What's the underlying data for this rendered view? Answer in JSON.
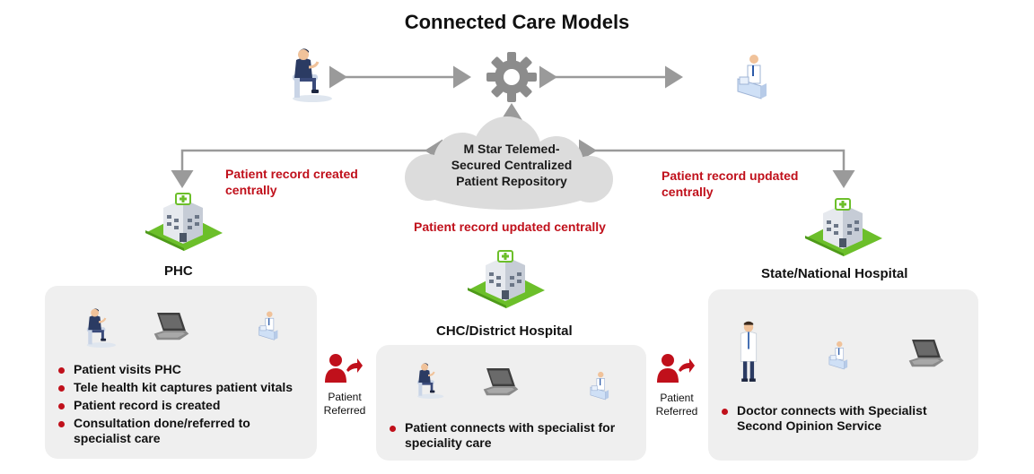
{
  "title": "Connected Care Models",
  "cloud_lines": [
    "M Star Telemed-",
    "Secured Centralized",
    "Patient Repository"
  ],
  "annotations": {
    "left": [
      "Patient record created",
      "centrally"
    ],
    "center": "Patient record updated centrally",
    "right": [
      "Patient record updated",
      "centrally"
    ]
  },
  "nodes": {
    "phc": "PHC",
    "chc": "CHC/District Hospital",
    "state": "State/National Hospital"
  },
  "phc_steps": [
    "Patient visits PHC",
    "Tele health kit captures patient vitals",
    "Patient record is created",
    "Consultation done/referred to specialist care"
  ],
  "chc_steps": [
    "Patient connects with specialist for speciality care"
  ],
  "state_steps": [
    "Doctor connects with Specialist Second Opinion Service"
  ],
  "referral": [
    "Patient",
    "Referred"
  ],
  "colors": {
    "accent_red": "#c0101b",
    "building_green": "#6cbf2a",
    "gear_gray": "#8c8c8c",
    "arrow_gray": "#9a9a9a",
    "panel_bg": "#efefef"
  },
  "icons": [
    "patient-icon",
    "gear-icon",
    "doctor-desk-icon",
    "cloud-icon",
    "hospital-building-icon",
    "laptop-icon",
    "referral-icon",
    "doctor-icon"
  ]
}
